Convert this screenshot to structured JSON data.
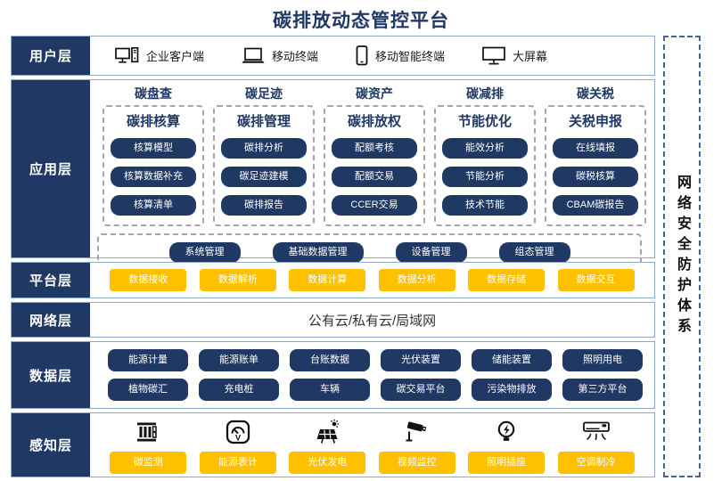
{
  "title": "碳排放动态管控平台",
  "sidebar": {
    "label": "网络安全防护体系"
  },
  "user_layer": {
    "label": "用户层",
    "items": [
      {
        "icon": "desktop-pc-icon",
        "label": "企业客户端"
      },
      {
        "icon": "laptop-icon",
        "label": "移动终端"
      },
      {
        "icon": "smartphone-icon",
        "label": "移动智能终端"
      },
      {
        "icon": "big-screen-icon",
        "label": "大屏幕"
      }
    ]
  },
  "app_layer": {
    "label": "应用层",
    "columns": [
      {
        "title": "碳盘查",
        "subtitle": "碳排核算",
        "items": [
          "核算模型",
          "核算数据补充",
          "核算清单"
        ]
      },
      {
        "title": "碳足迹",
        "subtitle": "碳排管理",
        "items": [
          "碳排分析",
          "碳足迹建模",
          "碳排报告"
        ]
      },
      {
        "title": "碳资产",
        "subtitle": "碳排放权",
        "items": [
          "配额考核",
          "配额交易",
          "CCER交易"
        ]
      },
      {
        "title": "碳减排",
        "subtitle": "节能优化",
        "items": [
          "能效分析",
          "节能分析",
          "技术节能"
        ]
      },
      {
        "title": "碳关税",
        "subtitle": "关税申报",
        "items": [
          "在线填报",
          "碳税核算",
          "CBAM碳报告"
        ]
      }
    ],
    "management_items": [
      "系统管理",
      "基础数据管理",
      "设备管理",
      "组态管理"
    ]
  },
  "platform_layer": {
    "label": "平台层",
    "items": [
      "数据接收",
      "数据解析",
      "数据计算",
      "数据分析",
      "数据存储",
      "数据交互"
    ]
  },
  "network_layer": {
    "label": "网络层",
    "text": "公有云/私有云/局域网"
  },
  "data_layer": {
    "label": "数据层",
    "row1": [
      "能源计量",
      "能源账单",
      "台账数据",
      "光伏装置",
      "储能装置",
      "照明用电"
    ],
    "row2": [
      "植物碳汇",
      "充电桩",
      "车辆",
      "碳交易平台",
      "污染物排放",
      "第三方平台"
    ]
  },
  "perception_layer": {
    "label": "感知层",
    "meter_letter": "V",
    "items": [
      {
        "icon": "carbon-monitor-icon",
        "label": "碳监测"
      },
      {
        "icon": "energy-meter-icon",
        "label": "能源表计"
      },
      {
        "icon": "solar-power-icon",
        "label": "光伏发电"
      },
      {
        "icon": "cctv-camera-icon",
        "label": "视频监控"
      },
      {
        "icon": "light-socket-icon",
        "label": "照明插座"
      },
      {
        "icon": "air-conditioner-icon",
        "label": "空调制冷"
      }
    ]
  },
  "colors": {
    "navy": "#1F3864",
    "yellow": "#FFC000",
    "border": "#8FA9C9",
    "dash_gray": "#A6A6A6",
    "sidebar_dash": "#41659B"
  }
}
